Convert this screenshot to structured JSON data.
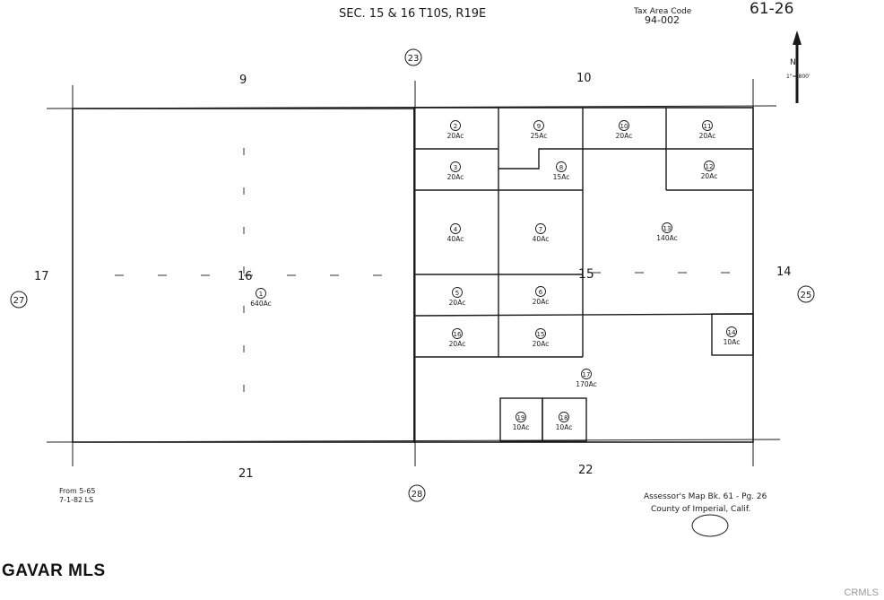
{
  "header": {
    "section_title": "SEC. 15 & 16  T10S, R19E",
    "tax_area_label": "Tax Area Code",
    "tax_area_code": "94-002",
    "page_ref": "61-26",
    "north_arrow_scale": "1\"= 800'"
  },
  "sections": {
    "s9": "9",
    "s10": "10",
    "s14": "14",
    "s15": "15",
    "s16": "16",
    "s17": "17",
    "s21": "21",
    "s22": "22"
  },
  "map_circles": {
    "c23": "23",
    "c27": "27",
    "c25": "25",
    "c28": "28"
  },
  "parcels": [
    {
      "num": "1",
      "area": "640Ac"
    },
    {
      "num": "2",
      "area": "20Ac"
    },
    {
      "num": "3",
      "area": "20Ac"
    },
    {
      "num": "4",
      "area": "40Ac"
    },
    {
      "num": "5",
      "area": "20Ac"
    },
    {
      "num": "6",
      "area": "20Ac"
    },
    {
      "num": "7",
      "area": "40Ac"
    },
    {
      "num": "8",
      "area": "15Ac"
    },
    {
      "num": "9",
      "area": "25Ac"
    },
    {
      "num": "10",
      "area": "20Ac"
    },
    {
      "num": "11",
      "area": "20Ac"
    },
    {
      "num": "12",
      "area": "20Ac"
    },
    {
      "num": "13",
      "area": "140Ac"
    },
    {
      "num": "14",
      "area": "10Ac"
    },
    {
      "num": "15",
      "area": "20Ac"
    },
    {
      "num": "16",
      "area": "20Ac"
    },
    {
      "num": "17",
      "area": "170Ac"
    },
    {
      "num": "18",
      "area": "10Ac"
    },
    {
      "num": "19",
      "area": "10Ac"
    }
  ],
  "footer": {
    "from_line1": "From 5-65",
    "from_line2": "7-1-82 LS",
    "assessor_line1": "Assessor's Map  Bk. 61 - Pg. 26",
    "assessor_line2": "County of Imperial, Calif."
  },
  "watermarks": {
    "brand": "GAVAR MLS",
    "crmls": "CRMLS"
  }
}
